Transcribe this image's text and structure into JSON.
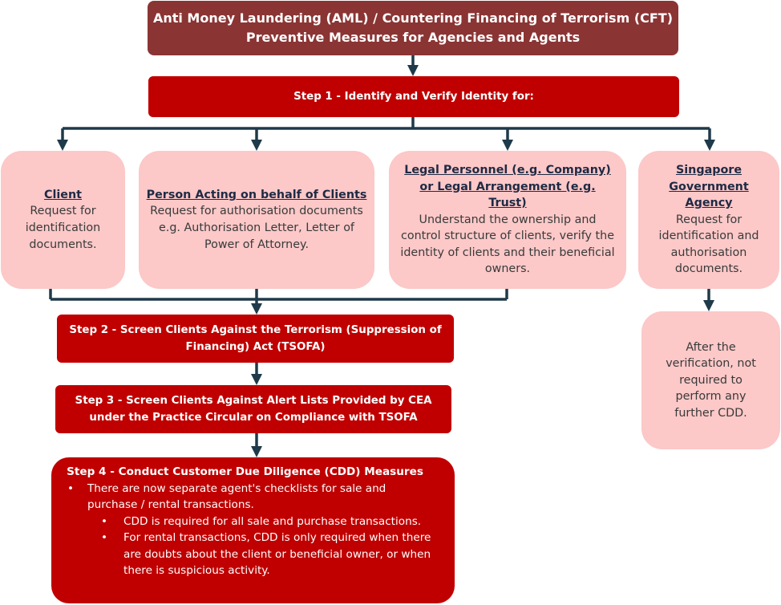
{
  "header": {
    "line1": "Anti Money Laundering (AML) / Countering Financing of Terrorism (CFT)",
    "line2": "Preventive Measures for Agencies and Agents"
  },
  "step1": {
    "label": "Step 1 - Identify and Verify Identity for:"
  },
  "categories": [
    {
      "title": "Client",
      "description": "Request for identification documents."
    },
    {
      "title": "Person Acting on behalf of Clients",
      "description": "Request for authorisation documents e.g. Authorisation Letter, Letter of Power of Attorney."
    },
    {
      "title": "Legal Personnel (e.g. Company) or Legal Arrangement (e.g. Trust)",
      "description": "Understand the ownership and control structure of clients, verify the identity of clients and their beneficial owners."
    },
    {
      "title": "Singapore Government Agency",
      "description": "Request for identification and authorisation documents."
    }
  ],
  "government_followup": {
    "text": "After the verification, not required to perform any further CDD."
  },
  "step2": {
    "line1": "Step 2 - Screen Clients Against the Terrorism (Suppression of",
    "line2": "Financing) Act (TSOFA)"
  },
  "step3": {
    "line1": "Step 3 - Screen Clients Against Alert Lists Provided by CEA",
    "line2": "under the Practice Circular on Compliance with TSOFA"
  },
  "step4": {
    "title": "Step 4 - Conduct Customer Due Diligence (CDD) Measures",
    "bullet": "There are now separate agent's checklists for sale and purchase / rental transactions.",
    "sub_bullets": [
      "CDD is required for all sale and purchase transactions.",
      "For rental transactions, CDD is only required when there are doubts about the client or beneficial owner, or when there is suspicious activity."
    ]
  },
  "colors": {
    "header_bg": "#8b3434",
    "step_bg": "#c00000",
    "category_bg": "#fcc8c8",
    "connector": "#1f3a4a"
  }
}
